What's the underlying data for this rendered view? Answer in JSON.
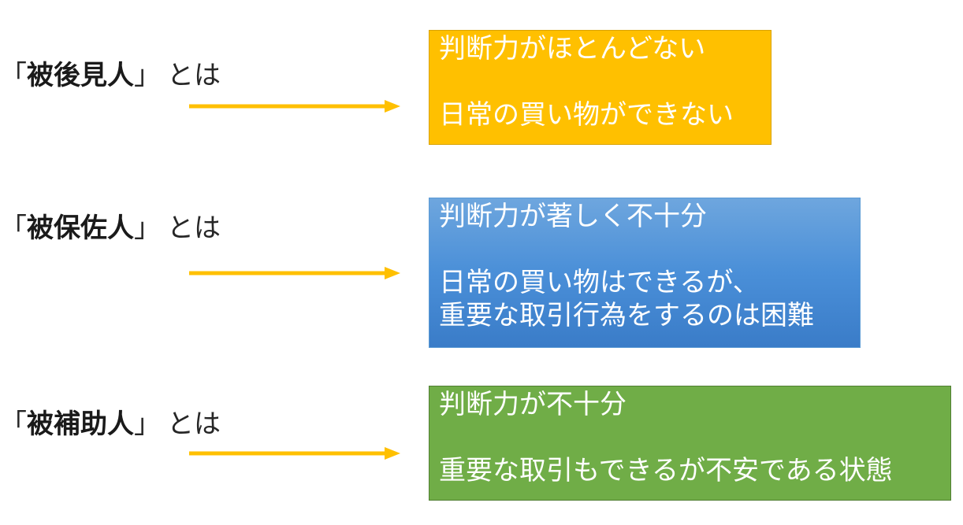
{
  "colors": {
    "arrow": "#ffc000",
    "box1": "#ffc000",
    "box2": "#5b9bd5",
    "box3": "#70ad47",
    "text_on_box": "#ffffff"
  },
  "rows": [
    {
      "open_bracket": "「",
      "name": "被後見人",
      "close_bracket": "」",
      "suffix": "とは",
      "line1": "判断力がほとんどない",
      "line2": "日常の買い物ができない",
      "line3": ""
    },
    {
      "open_bracket": "「",
      "name": "被保佐人",
      "close_bracket": "」",
      "suffix": "とは",
      "line1": "判断力が著しく不十分",
      "line2": "日常の買い物はできるが、",
      "line3": "重要な取引行為をするのは困難"
    },
    {
      "open_bracket": "「",
      "name": "被補助人",
      "close_bracket": "」",
      "suffix": "とは",
      "line1": "判断力が不十分",
      "line2": "重要な取引もできるが不安である状態",
      "line3": ""
    }
  ]
}
